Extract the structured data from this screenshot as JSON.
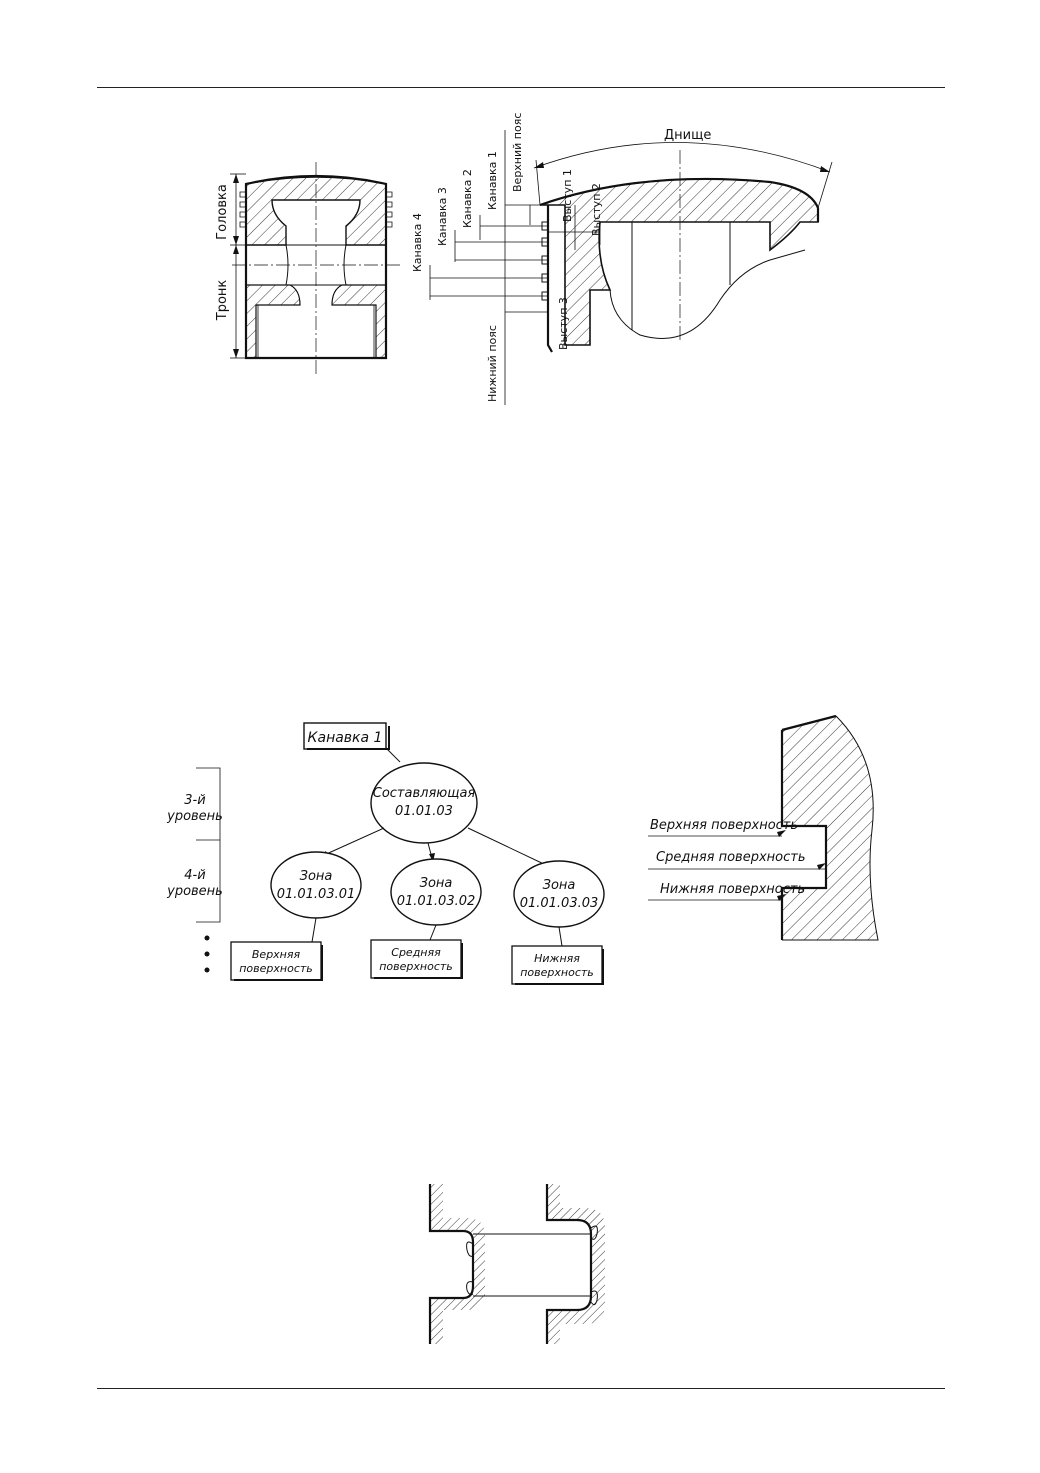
{
  "fig1": {
    "left_labels": {
      "head": "Головка",
      "trunk": "Тронк"
    },
    "right_labels": {
      "bottom": "Днище",
      "upper_belt": "Верхний пояс",
      "groove1": "Канавка 1",
      "groove2": "Канавка 2",
      "groove3": "Канавка 3",
      "groove4": "Канавка 4",
      "lower_belt": "Нижний пояс",
      "ledge1": "Выступ 1",
      "ledge2": "Выступ 2",
      "ledge3": "Выступ 3"
    }
  },
  "fig2": {
    "element_label": "Канавка 1",
    "levels": {
      "level3": "3-й",
      "level4": "4-й",
      "level_word": "уровень"
    },
    "component": {
      "title": "Составляющая",
      "code": "01.01.03"
    },
    "zones": [
      {
        "title": "Зона",
        "code": "01.01.03.01",
        "surface_l1": "Верхняя",
        "surface_l2": "поверхность"
      },
      {
        "title": "Зона",
        "code": "01.01.03.02",
        "surface_l1": "Средняя",
        "surface_l2": "поверхность"
      },
      {
        "title": "Зона",
        "code": "01.01.03.03",
        "surface_l1": "Нижняя",
        "surface_l2": "поверхность"
      }
    ],
    "section_labels": {
      "upper": "Верхняя поверхность",
      "middle": "Средняя поверхность",
      "lower": "Нижняя поверхность"
    }
  }
}
